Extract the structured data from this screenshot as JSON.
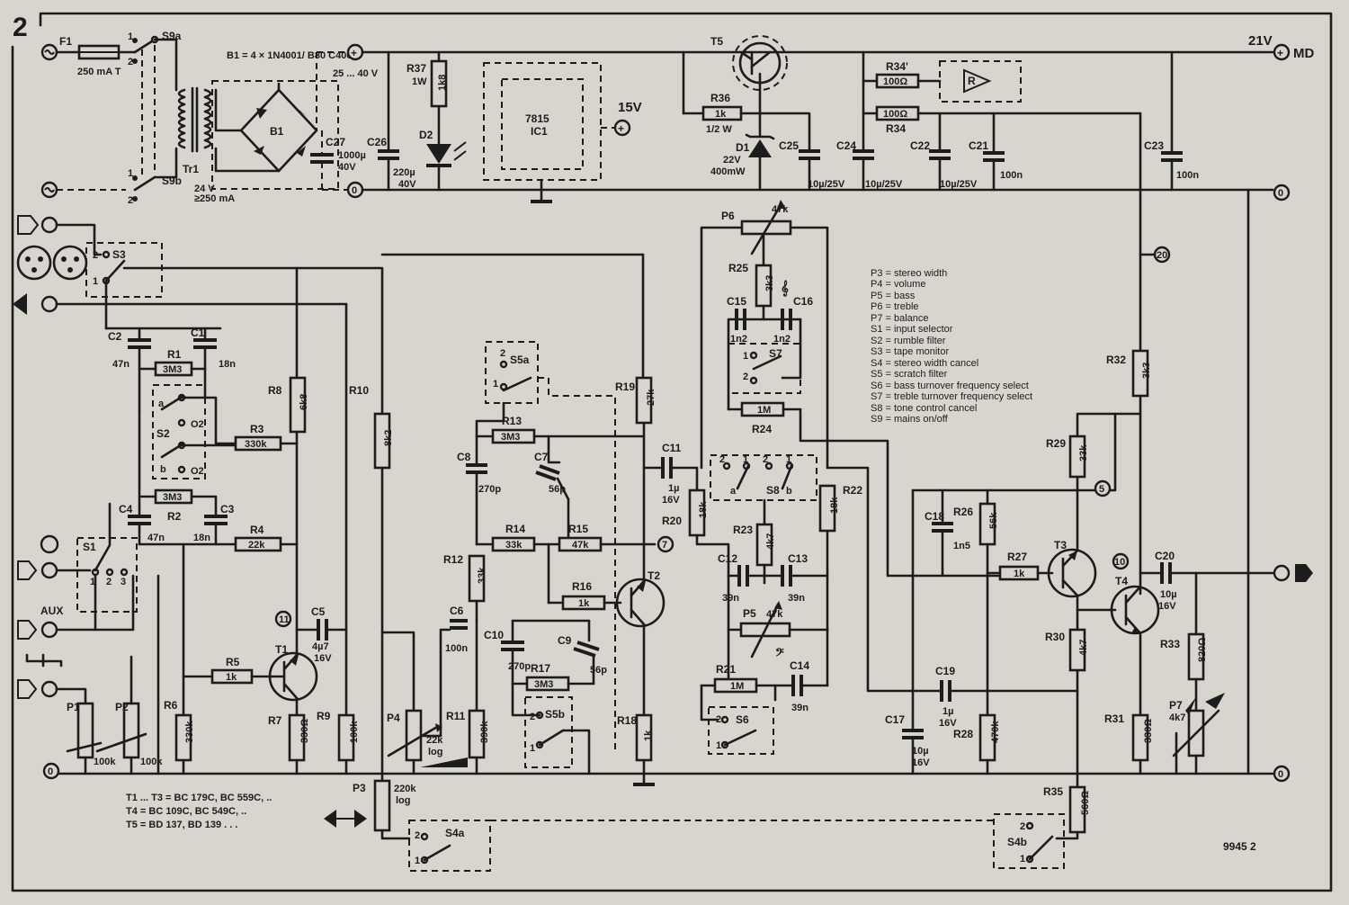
{
  "figure_number": "2",
  "figure_code": "9945 2",
  "supply": {
    "rail_21v": "21V",
    "rail_21v_tag": "MD",
    "rail_25_40v": "25 ... 40 V",
    "rail_15v": "15V",
    "ground_symbol": "0",
    "node_20": "20"
  },
  "bridge_note": "B1 = 4 × 1N4001/ B80 C400",
  "transistor_note": [
    "T1 ... T3 = BC 179C, BC 559C, ..",
    "T4 = BC 109C, BC 549C, ..",
    "T5 = BD 137, BD 139 . . ."
  ],
  "legend": [
    "P3 = stereo width",
    "P4 = volume",
    "P5 = bass",
    "P6 = treble",
    "P7 = balance",
    "S1 = input selector",
    "S2 = rumble filter",
    "S3 = tape monitor",
    "S4 = stereo width cancel",
    "S5 = scratch filter",
    "S6 = bass turnover frequency select",
    "S7 = treble turnover frequency select",
    "S8 = tone control cancel",
    "S9 = mains on/off"
  ],
  "components": {
    "F1": {
      "ref": "F1",
      "value": "250 mA T"
    },
    "S9a": {
      "ref": "S9a"
    },
    "S9b": {
      "ref": "S9b"
    },
    "Tr1": {
      "ref": "Tr1",
      "value1": "24 V",
      "value2": "≥250 mA"
    },
    "B1": {
      "ref": "B1"
    },
    "C27": {
      "ref": "C27",
      "value1": "1000µ",
      "value2": "40V"
    },
    "C26": {
      "ref": "C26",
      "value1": "220µ",
      "value2": "40V"
    },
    "R37": {
      "ref": "R37",
      "value": "1W",
      "body": "1k8"
    },
    "D2": {
      "ref": "D2"
    },
    "IC1": {
      "ref": "IC1",
      "value": "7815"
    },
    "T5": {
      "ref": "T5"
    },
    "R36": {
      "ref": "R36",
      "body": "1k",
      "value": "1/2 W"
    },
    "D1": {
      "ref": "D1",
      "value1": "22V",
      "value2": "400mW"
    },
    "C25": {
      "ref": "C25",
      "value": "10µ/25V"
    },
    "C24": {
      "ref": "C24",
      "value": "10µ/25V"
    },
    "C22": {
      "ref": "C22",
      "value": "10µ/25V"
    },
    "C21": {
      "ref": "C21",
      "value": "100n"
    },
    "C23": {
      "ref": "C23",
      "value": "100n"
    },
    "R34p": {
      "ref": "R34'",
      "body": "100Ω"
    },
    "R34": {
      "ref": "R34",
      "body": "100Ω"
    },
    "Rbox": {
      "ref": "R"
    },
    "S3": {
      "ref": "S3"
    },
    "C2": {
      "ref": "C2",
      "value": "47n"
    },
    "R1": {
      "ref": "R1",
      "body": "3M3"
    },
    "C1": {
      "ref": "C1",
      "value": "18n"
    },
    "S2": {
      "ref": "S2"
    },
    "R2": {
      "ref": "R2",
      "body": "3M3"
    },
    "C4": {
      "ref": "C4",
      "value": "47n"
    },
    "C3": {
      "ref": "C3",
      "value": "18n"
    },
    "R3": {
      "ref": "R3",
      "body": "330k"
    },
    "R4": {
      "ref": "R4",
      "body": "22k"
    },
    "R8": {
      "ref": "R8",
      "body": "6k8"
    },
    "R10": {
      "ref": "R10",
      "body": "8k2"
    },
    "S1": {
      "ref": "S1"
    },
    "AUX": {
      "ref": "AUX"
    },
    "P1": {
      "ref": "P1",
      "value": "100k"
    },
    "P2": {
      "ref": "P2",
      "value": "100k"
    },
    "R6": {
      "ref": "R6",
      "body": "330k"
    },
    "R5": {
      "ref": "R5",
      "body": "1k"
    },
    "T1": {
      "ref": "T1"
    },
    "R7": {
      "ref": "R7",
      "body": "330Ω"
    },
    "C5": {
      "ref": "C5",
      "value1": "4µ7",
      "value2": "16V"
    },
    "R9": {
      "ref": "R9",
      "body": "100k"
    },
    "P3": {
      "ref": "P3",
      "value1": "220k",
      "value2": "log"
    },
    "S4a": {
      "ref": "S4a"
    },
    "P4": {
      "ref": "P4",
      "value1": "22k",
      "value2": "log"
    },
    "R11": {
      "ref": "R11",
      "body": "390k"
    },
    "C6": {
      "ref": "C6",
      "value": "100n"
    },
    "S5a": {
      "ref": "S5a"
    },
    "R13": {
      "ref": "R13",
      "body": "3M3"
    },
    "C8": {
      "ref": "C8",
      "value": "270p"
    },
    "C7": {
      "ref": "C7",
      "value": "56p"
    },
    "R14": {
      "ref": "R14",
      "body": "33k"
    },
    "R15": {
      "ref": "R15",
      "body": "47k"
    },
    "R12": {
      "ref": "R12",
      "body": "33k"
    },
    "R16": {
      "ref": "R16",
      "body": "1k"
    },
    "T2": {
      "ref": "T2"
    },
    "R19": {
      "ref": "R19",
      "body": "27k"
    },
    "C10": {
      "ref": "C10",
      "value": "270p"
    },
    "C9": {
      "ref": "C9",
      "value": "56p"
    },
    "R17": {
      "ref": "R17",
      "body": "3M3"
    },
    "S5b": {
      "ref": "S5b"
    },
    "R18": {
      "ref": "R18",
      "body": "1k"
    },
    "C11": {
      "ref": "C11",
      "value1": "1µ",
      "value2": "16V"
    },
    "R20": {
      "ref": "R20",
      "body": "18k"
    },
    "P6": {
      "ref": "P6",
      "value": "47k"
    },
    "R25": {
      "ref": "R25",
      "body": "3k3"
    },
    "C15": {
      "ref": "C15",
      "value": "1n2"
    },
    "C16": {
      "ref": "C16",
      "value": "1n2"
    },
    "S7": {
      "ref": "S7"
    },
    "R24": {
      "ref": "R24",
      "body": "1M"
    },
    "S8": {
      "ref": "S8"
    },
    "R23": {
      "ref": "R23",
      "body": "4k7"
    },
    "R22": {
      "ref": "R22",
      "body": "18k"
    },
    "C12": {
      "ref": "C12",
      "value": "39n"
    },
    "C13": {
      "ref": "C13",
      "value": "39n"
    },
    "P5": {
      "ref": "P5",
      "value": "47k"
    },
    "R21": {
      "ref": "R21",
      "body": "1M"
    },
    "C14": {
      "ref": "C14",
      "value": "39n"
    },
    "S6": {
      "ref": "S6"
    },
    "C18": {
      "ref": "C18",
      "value": "1n5"
    },
    "R26": {
      "ref": "R26",
      "body": "56k"
    },
    "R27": {
      "ref": "R27",
      "body": "1k"
    },
    "T3": {
      "ref": "T3"
    },
    "R29": {
      "ref": "R29",
      "body": "33k"
    },
    "R32": {
      "ref": "R32",
      "body": "3k3"
    },
    "T4": {
      "ref": "T4"
    },
    "C20": {
      "ref": "C20",
      "value1": "10µ",
      "value2": "16V"
    },
    "R30": {
      "ref": "R30",
      "body": "4k7"
    },
    "C19": {
      "ref": "C19",
      "value1": "1µ",
      "value2": "16V"
    },
    "C17": {
      "ref": "C17",
      "value1": "10µ",
      "value2": "16V"
    },
    "R28": {
      "ref": "R28",
      "body": "470k"
    },
    "R31": {
      "ref": "R31",
      "body": "330Ω"
    },
    "R33": {
      "ref": "R33",
      "body": "820Ω"
    },
    "P7": {
      "ref": "P7",
      "value": "4k7"
    },
    "R35": {
      "ref": "R35",
      "body": "560Ω"
    },
    "S4b": {
      "ref": "S4b"
    }
  },
  "nodes": {
    "n11": "11",
    "n7": "7",
    "n5": "5",
    "n10": "10"
  },
  "switch_pos": {
    "one": "1",
    "two": "2",
    "three": "3",
    "a": "a",
    "b": "b"
  }
}
